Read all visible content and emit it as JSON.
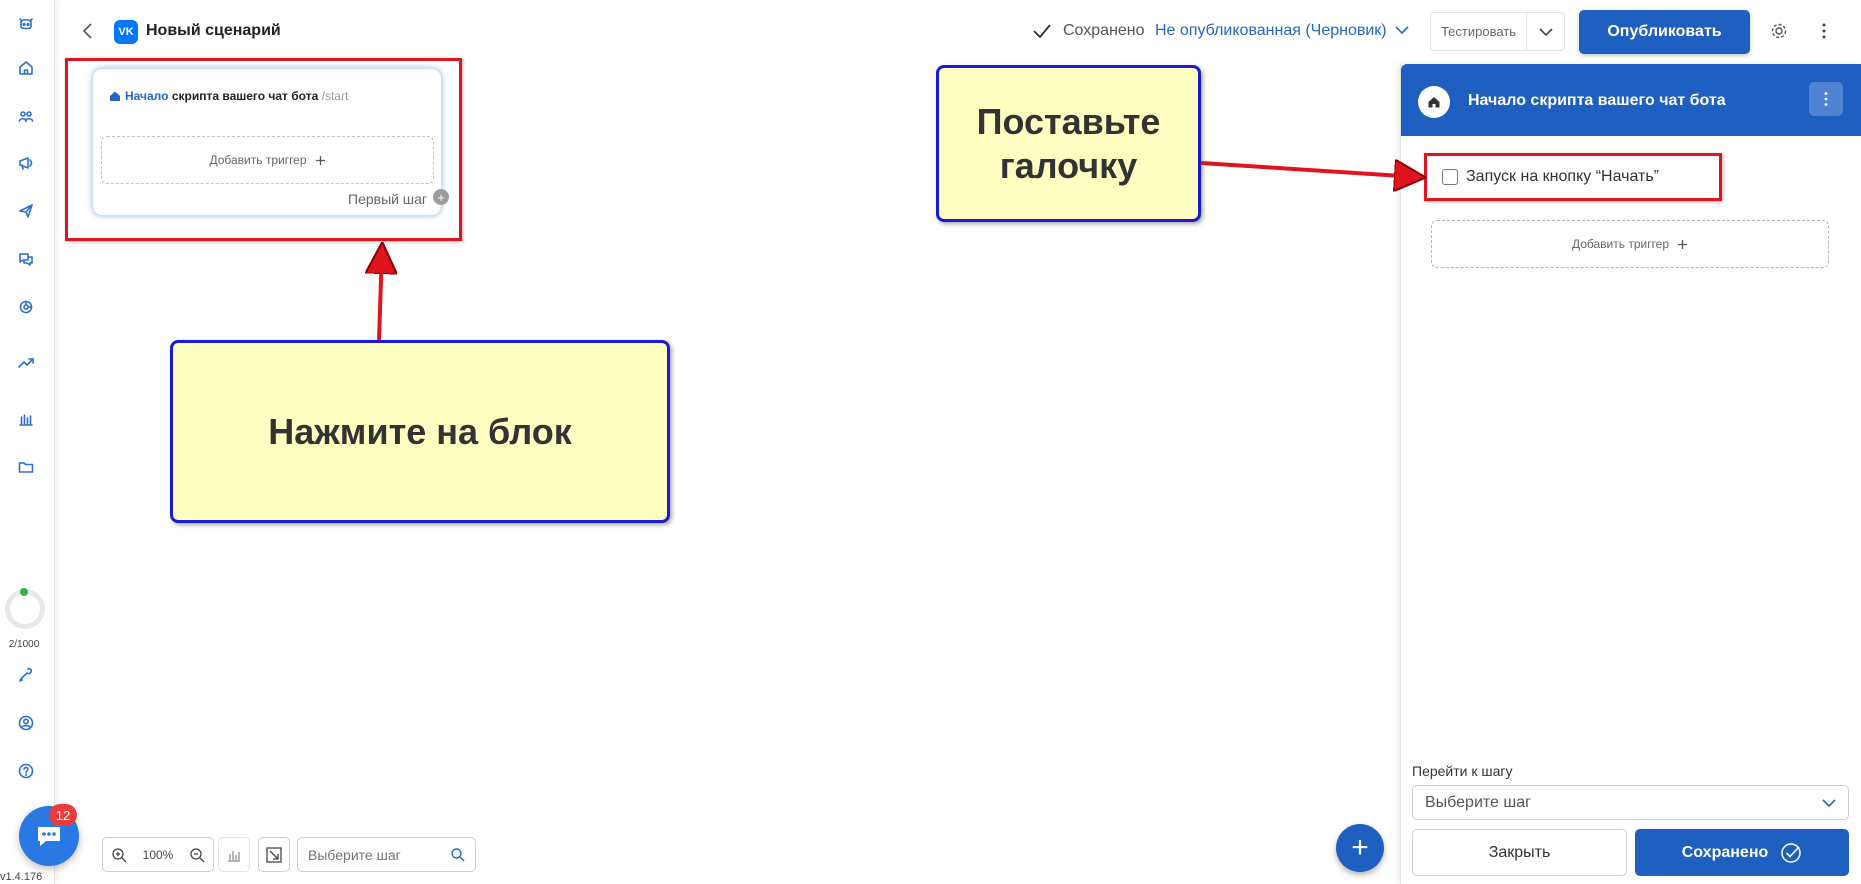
{
  "header": {
    "title": "Новый сценарий",
    "logo_text": "VK",
    "saved_status": "Сохранено",
    "publish_status": "Не опубликованная (Черновик)",
    "test_label": "Тестировать",
    "publish_label": "Опубликовать"
  },
  "sidebar": {
    "icons": [
      "bot-icon",
      "home-icon",
      "users-icon",
      "broadcast-icon",
      "send-icon",
      "chats-icon",
      "integrations-icon",
      "trend-icon",
      "stats-icon",
      "folder-icon",
      "tools-icon",
      "account-icon",
      "help-icon"
    ],
    "usage": "2/1000",
    "chat_badge": "12",
    "version": "v1.4.176"
  },
  "canvas": {
    "block": {
      "start_word": "Начало",
      "name": "скрипта вашего чат бота",
      "command": "/start",
      "add_trigger": "Добавить триггер",
      "first_step": "Первый шаг"
    },
    "zoom": "100%",
    "search_placeholder": "Выберите шаг"
  },
  "callouts": {
    "left": "Нажмите на блок",
    "right_line1": "Поставьте",
    "right_line2": "галочку"
  },
  "panel": {
    "title": "Начало скрипта вашего чат бота",
    "checkbox_label": "Запуск на кнопку “Начать”",
    "add_trigger": "Добавить триггер",
    "goto_label": "Перейти к шагу",
    "goto_placeholder": "Выберите шаг",
    "close_label": "Закрыть",
    "save_label": "Сохранено"
  },
  "colors": {
    "accent": "#1e5fc0",
    "link": "#2666c4",
    "callout_bg": "#ffffc2",
    "callout_border": "#1a1ad6",
    "highlight": "#e0141e"
  }
}
